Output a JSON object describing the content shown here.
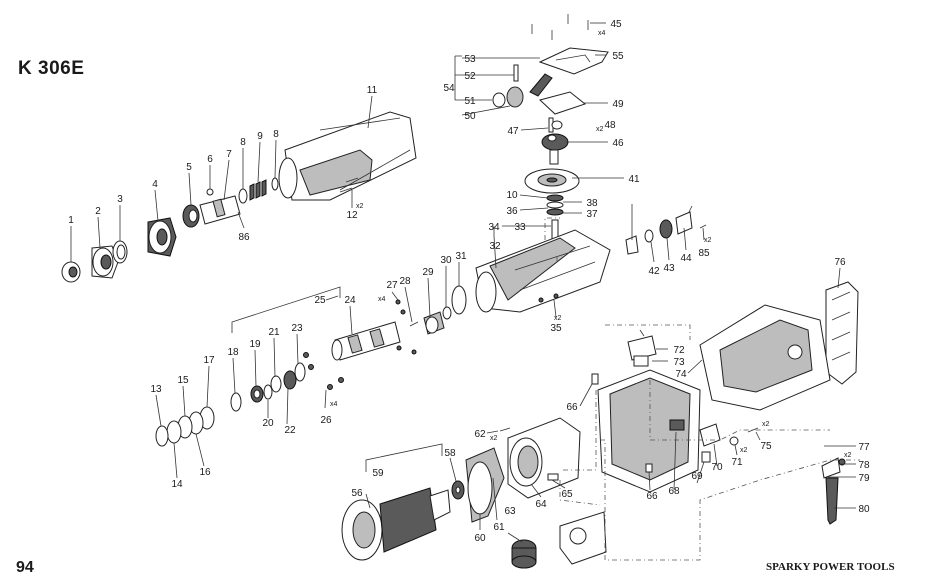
{
  "header": {
    "model": "K 306E"
  },
  "footer": {
    "page_number": "94",
    "brand": "SPARKY POWER TOOLS"
  },
  "parts": [
    "1",
    "2",
    "3",
    "4",
    "5",
    "6",
    "7",
    "8",
    "9",
    "10",
    "11",
    "12",
    "13",
    "14",
    "15",
    "16",
    "17",
    "18",
    "19",
    "20",
    "21",
    "22",
    "23",
    "24",
    "25",
    "26",
    "27",
    "28",
    "29",
    "30",
    "31",
    "32",
    "33",
    "34",
    "35",
    "36",
    "37",
    "38",
    "41",
    "42",
    "43",
    "44",
    "45",
    "46",
    "47",
    "48",
    "49",
    "50",
    "51",
    "52",
    "53",
    "54",
    "55",
    "56",
    "58",
    "59",
    "60",
    "61",
    "62",
    "63",
    "64",
    "65",
    "66",
    "68",
    "69",
    "70",
    "71",
    "72",
    "73",
    "74",
    "75",
    "76",
    "77",
    "78",
    "79",
    "80",
    "85",
    "86"
  ],
  "multipliers": {
    "x2": "x2",
    "x4": "x4"
  }
}
